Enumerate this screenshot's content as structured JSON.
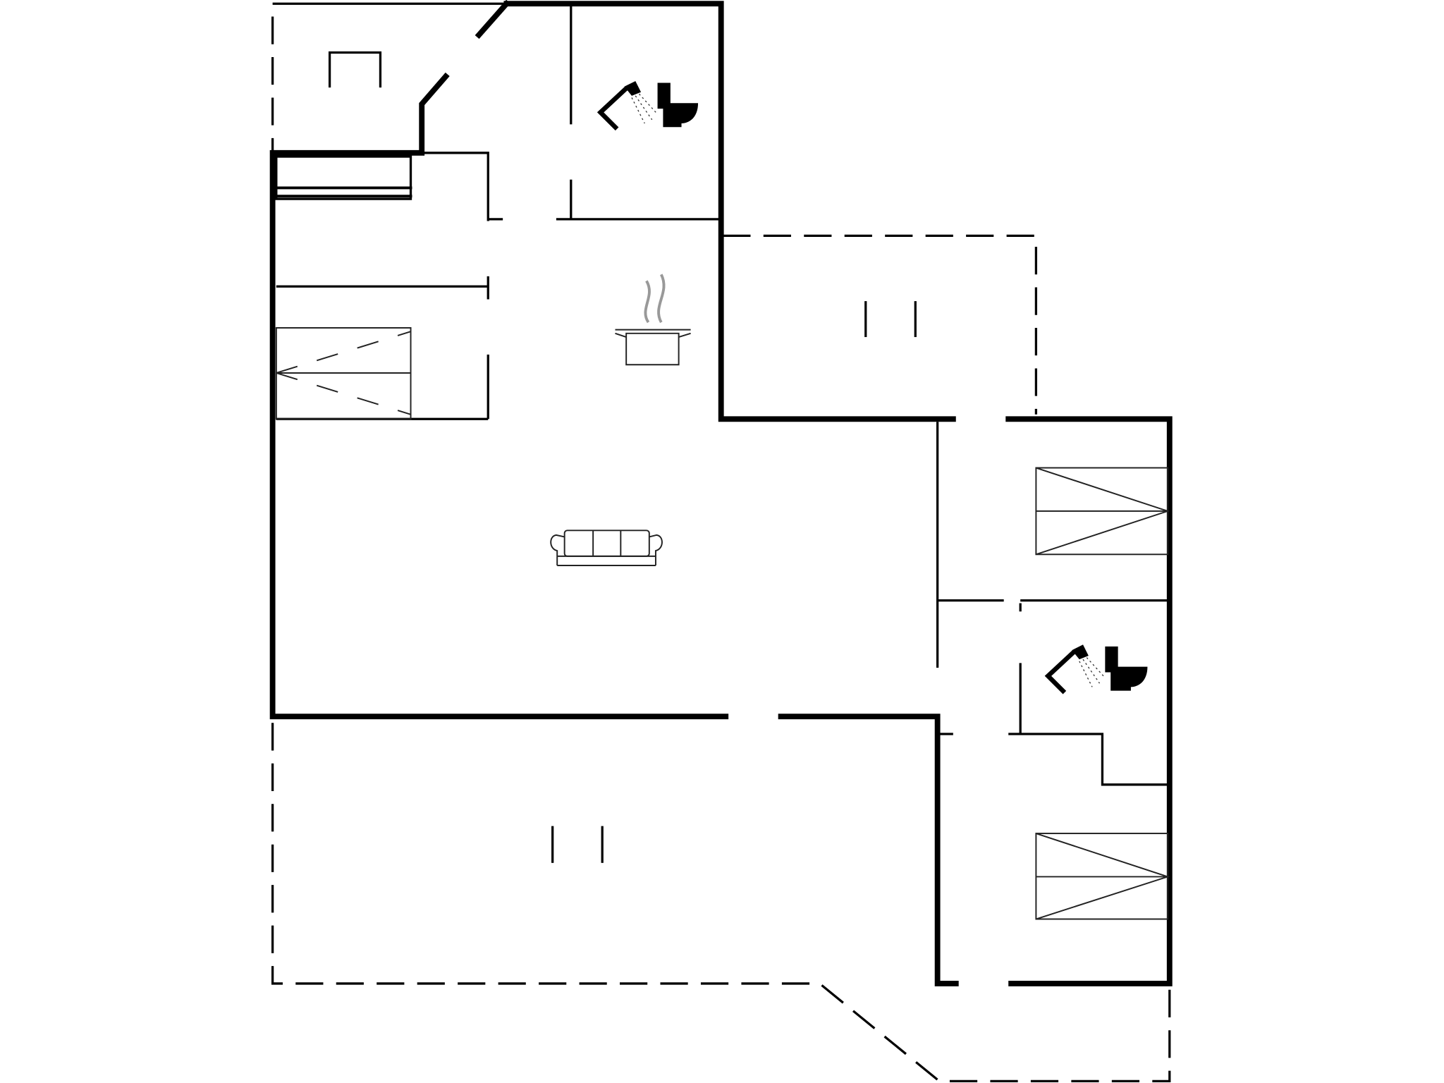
{
  "diagram": {
    "type": "floor-plan",
    "colors": {
      "wall": "#000000",
      "background": "#ffffff",
      "steam": "#999999"
    },
    "rooms": [
      {
        "name": "entrance-terrace",
        "icons": [
          "door-mat-icon"
        ]
      },
      {
        "name": "bathroom-1",
        "icons": [
          "shower-icon",
          "toilet-icon"
        ]
      },
      {
        "name": "bedroom-1",
        "icons": [
          "bunk-bed-icon",
          "closet-icon"
        ]
      },
      {
        "name": "kitchen",
        "icons": [
          "cooking-pot-icon"
        ]
      },
      {
        "name": "living-room",
        "icons": [
          "sofa-icon"
        ]
      },
      {
        "name": "terrace-east",
        "icons": [
          "chairs-icon"
        ]
      },
      {
        "name": "bedroom-2",
        "icons": [
          "double-bed-icon"
        ]
      },
      {
        "name": "bathroom-2",
        "icons": [
          "shower-icon",
          "toilet-icon"
        ]
      },
      {
        "name": "bedroom-3",
        "icons": [
          "double-bed-icon"
        ]
      },
      {
        "name": "terrace-south",
        "icons": [
          "chairs-icon"
        ]
      }
    ]
  }
}
